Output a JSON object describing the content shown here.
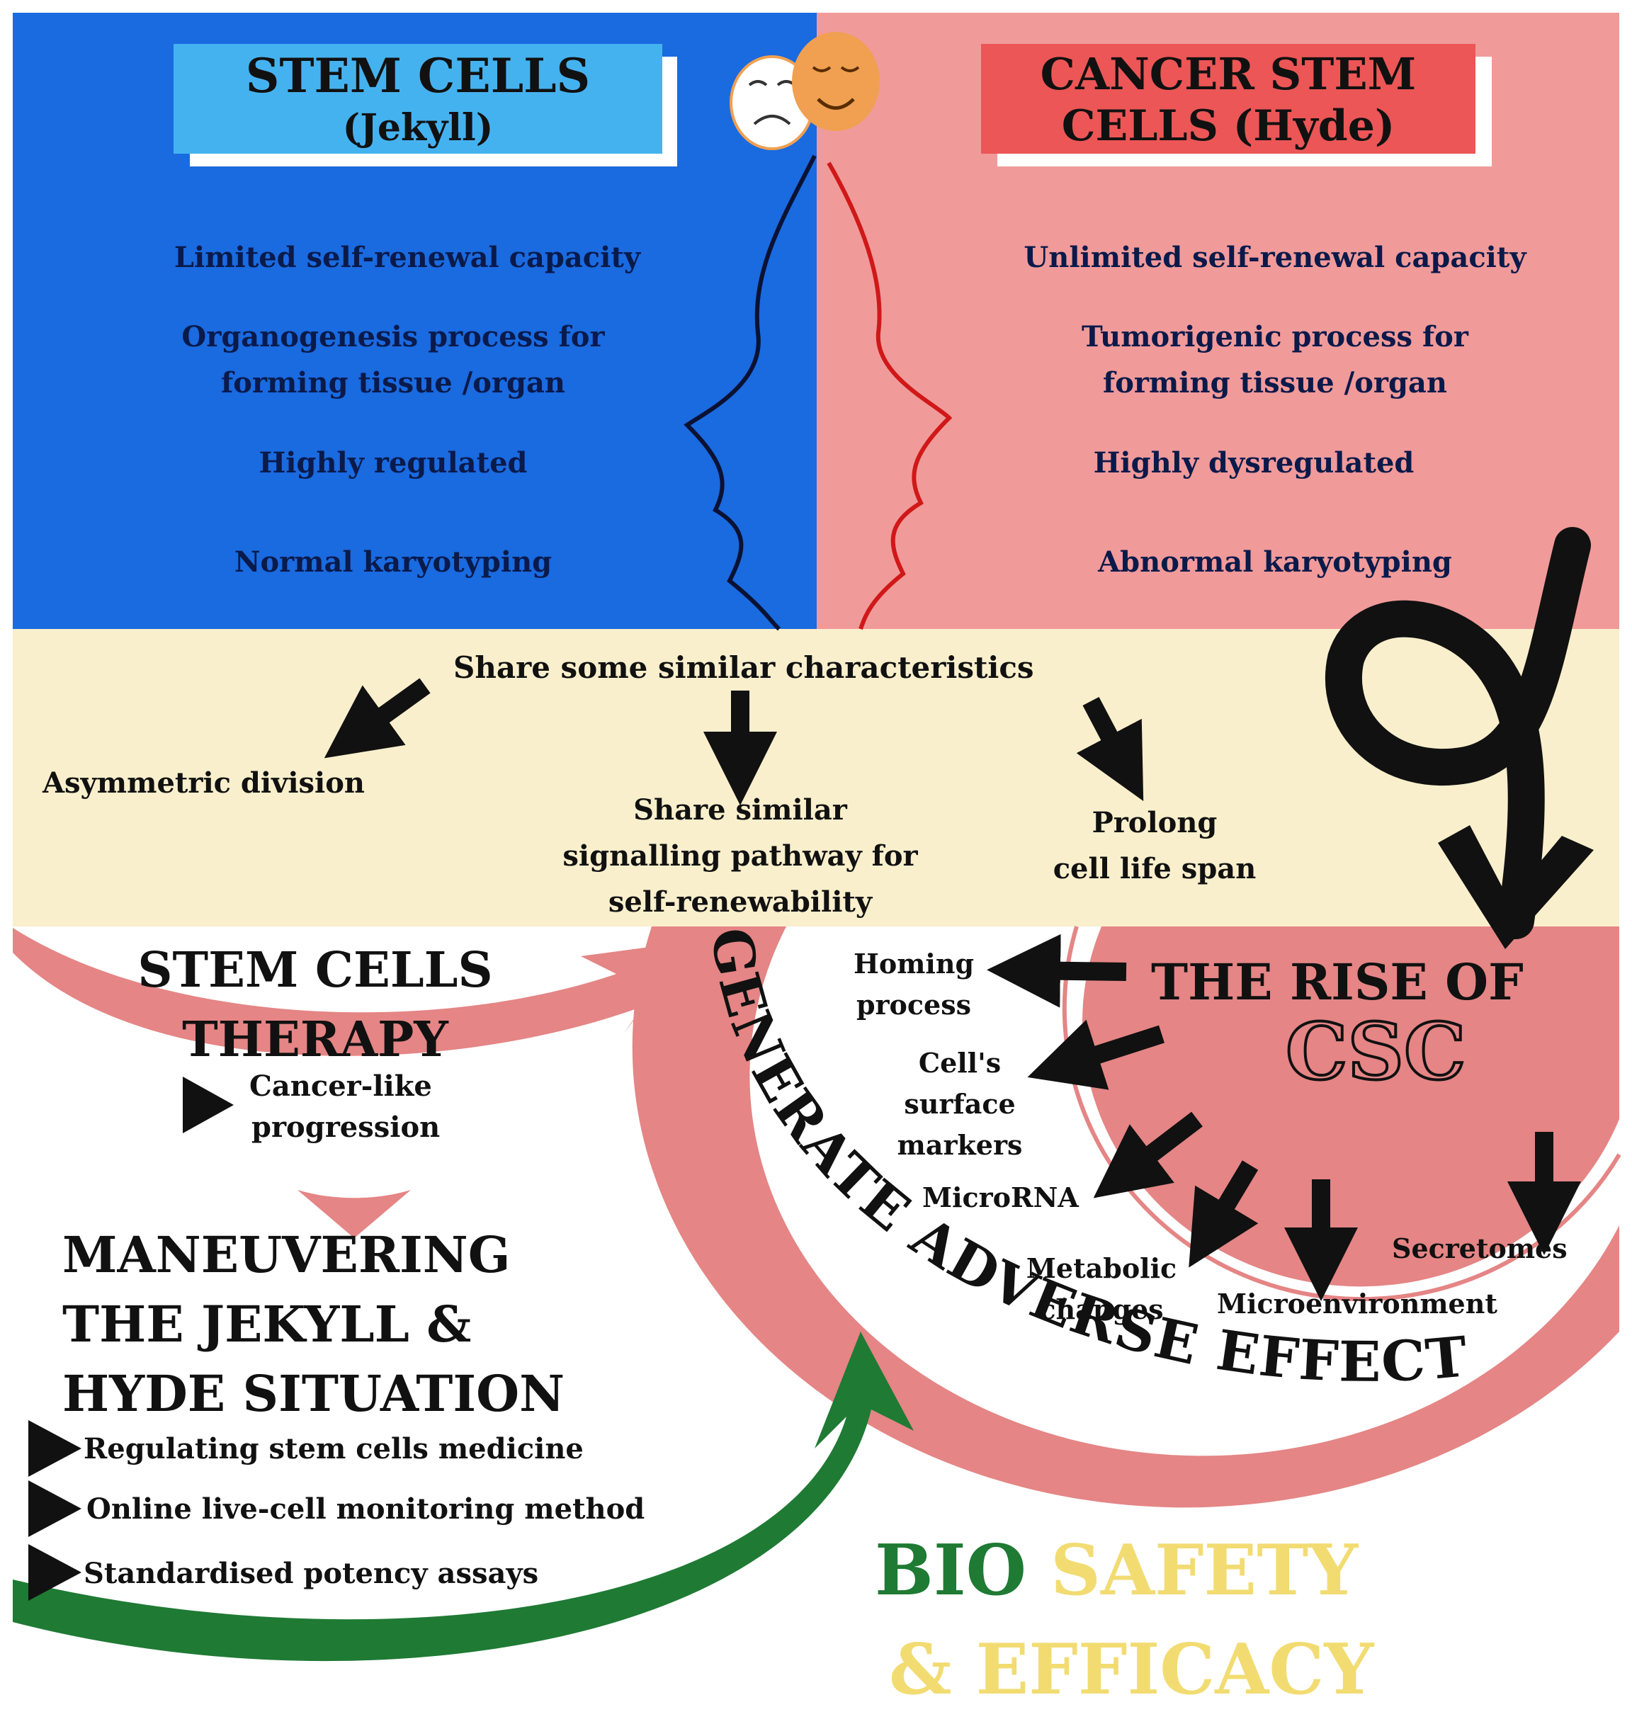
{
  "colors": {
    "blue_panel": "#1a6ae0",
    "pink_panel": "#f19a9a",
    "cream_band": "#f9efcc",
    "salmon": "#e58585",
    "light_blue_label": "#45b2f0",
    "red_label": "#ec5656",
    "profile_blue": "#0a1233",
    "profile_red": "#d01818",
    "green": "#1f7a34",
    "yellow": "#f2dc72"
  },
  "stem_cells": {
    "title_line1": "STEM CELLS",
    "title_line2": "(Jekyll)",
    "traits": [
      "Limited self-renewal capacity",
      "Organogenesis process for",
      "forming tissue /organ",
      "Highly regulated",
      "Normal karyotyping"
    ]
  },
  "cancer_stem_cells": {
    "title_line1": "CANCER STEM",
    "title_line2": "CELLS (Hyde)",
    "traits": [
      "Unlimited self-renewal capacity",
      "Tumorigenic process for",
      "forming tissue /organ",
      "Highly dysregulated",
      "Abnormal karyotyping"
    ]
  },
  "shared": {
    "heading": "Share some similar characteristics",
    "item1": "Asymmetric division",
    "item2": [
      "Share similar",
      "signalling pathway for",
      "self-renewability"
    ],
    "item3": [
      "Prolong",
      "cell life span"
    ]
  },
  "therapy": {
    "title_line1": "STEM CELLS",
    "title_line2": "THERAPY",
    "sub_line1": "Cancer-like",
    "sub_line2": "progression"
  },
  "maneuvering": {
    "title_line1": "MANEUVERING",
    "title_line2": "THE JEKYLL &",
    "title_line3": "HYDE SITUATION",
    "items": [
      "Regulating stem cells medicine",
      "Online live-cell monitoring method",
      "Standardised potency assays"
    ]
  },
  "csc": {
    "title_line1": "THE RISE OF",
    "title_line2": "CSC",
    "factors": {
      "homing": [
        "Homing",
        "process"
      ],
      "markers": [
        "Cell's",
        "surface",
        "markers"
      ],
      "microrna": "MicroRNA",
      "metabolic": [
        "Metabolic",
        "changes"
      ],
      "microenvironment": "Microenvironment",
      "secretomes": "Secretomes"
    }
  },
  "adverse_effect_label": "GENERATE ADVERSE EFFECT",
  "biosafety": {
    "word1": "BIO",
    "word2": "SAFETY",
    "line2": "& EFFICACY"
  }
}
